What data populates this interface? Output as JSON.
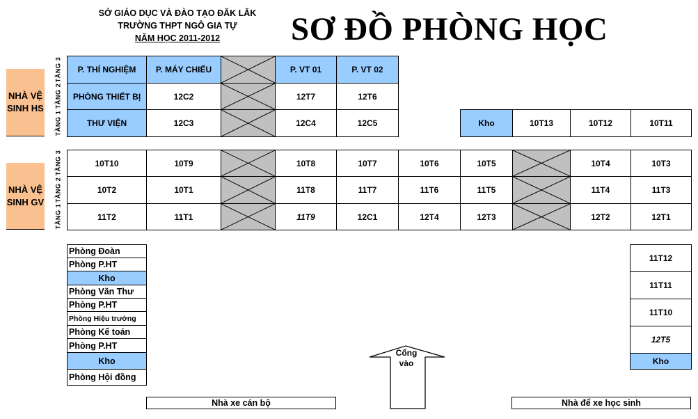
{
  "header": {
    "department": "SỞ GIÁO DỤC VÀ ĐÀO TẠO ĐĂK LĂK",
    "school": "TRƯỜNG THPT NGÔ GIA TỰ",
    "school_year": "NĂM HỌC 2011-2012",
    "title": "SƠ ĐỒ PHÒNG HỌC"
  },
  "colors": {
    "room_blue": "#99ccff",
    "toilet_orange": "#fac090",
    "blocked_gray": "#c0c0c0"
  },
  "floors": {
    "floor3": "TẦNG 3",
    "floor2": "TẦNG 2",
    "floor1": "TẦNG 1"
  },
  "toilets": {
    "students": "NHÀ VỆ SINH HS",
    "teachers": "NHÀ VỆ SINH GV"
  },
  "building_a": {
    "rows": [
      [
        "P. THÍ NGHIỆM",
        "P. MÁY CHIẾU",
        "",
        "P. VT 01",
        "P. VT 02"
      ],
      [
        "PHÒNG THIẾT BỊ",
        "12C2",
        "",
        "12T7",
        "12T6"
      ],
      [
        "THƯ VIỆN",
        "12C3",
        "",
        "12C4",
        "12C5"
      ]
    ],
    "annex": [
      "Kho",
      "10T13",
      "10T12",
      "10T11"
    ]
  },
  "building_b": {
    "rows": [
      [
        "10T10",
        "10T9",
        "",
        "10T8",
        "10T7",
        "10T6",
        "10T5",
        "",
        "10T4",
        "10T3"
      ],
      [
        "10T2",
        "10T1",
        "",
        "11T8",
        "11T7",
        "11T6",
        "11T5",
        "",
        "11T4",
        "11T3"
      ],
      [
        "11T2",
        "11T1",
        "",
        "11T9",
        "12C1",
        "12T4",
        "12T3",
        "",
        "12T2",
        "12T1"
      ]
    ]
  },
  "admin_block": [
    "Phòng Đoàn",
    "Phòng P.HT",
    "Kho",
    "Phòng Văn Thư",
    "Phòng P.HT",
    "Phòng Hiệu trưởng",
    "Phòng Kế toán",
    "Phòng P.HT",
    "Kho",
    "Phòng Hội đồng"
  ],
  "right_block": [
    "11T12",
    "11T11",
    "11T10",
    "12T5",
    "Kho"
  ],
  "gate": {
    "line1": "Cổng",
    "line2": "vào"
  },
  "parking": {
    "staff": "Nhà xe cán bộ",
    "students": "Nhà để xe học sinh"
  }
}
